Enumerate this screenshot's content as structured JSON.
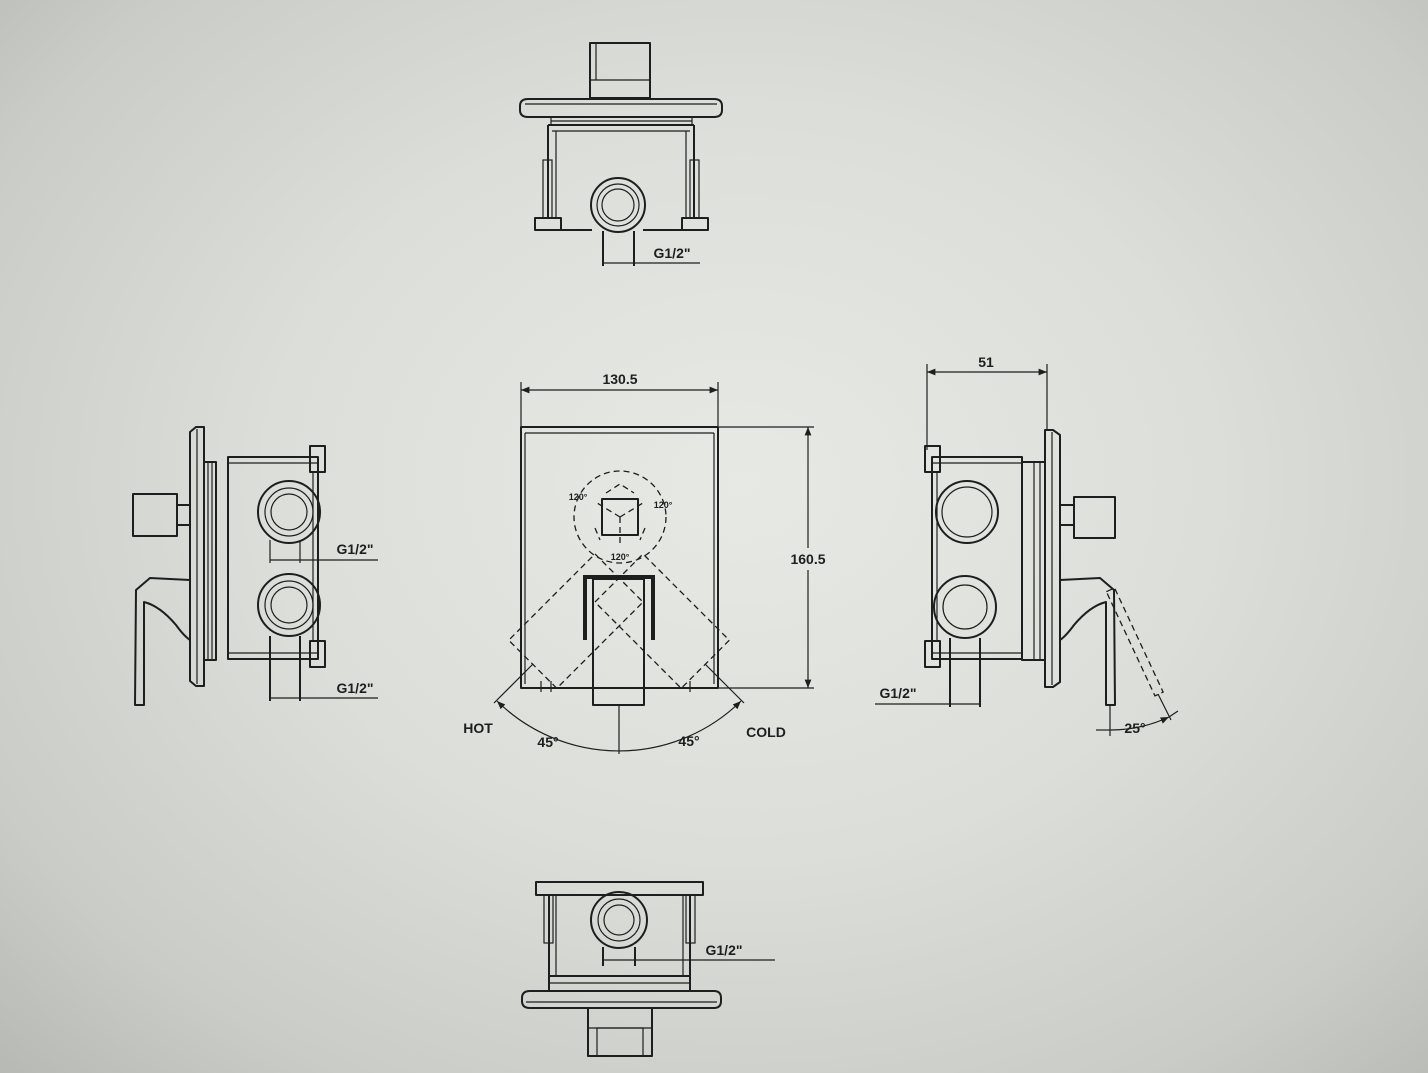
{
  "drawing": {
    "top_view": {
      "thread_label": "G1/2\""
    },
    "front_view": {
      "width_label": "130.5",
      "height_label": "160.5",
      "diverter_angle_labels": [
        "120°",
        "120°",
        "120°"
      ],
      "hot_label": "HOT",
      "cold_label": "COLD",
      "hot_angle_label": "45°",
      "cold_angle_label": "45°"
    },
    "left_view": {
      "upper_thread_label": "G1/2\"",
      "lower_thread_label": "G1/2\""
    },
    "right_view": {
      "depth_label": "51",
      "thread_label": "G1/2\"",
      "lever_angle_label": "25°"
    },
    "bottom_view": {
      "thread_label": "G1/2\""
    }
  },
  "colors": {
    "screen_background": "#dcdeda",
    "line_ink": "#1e1e1e"
  }
}
